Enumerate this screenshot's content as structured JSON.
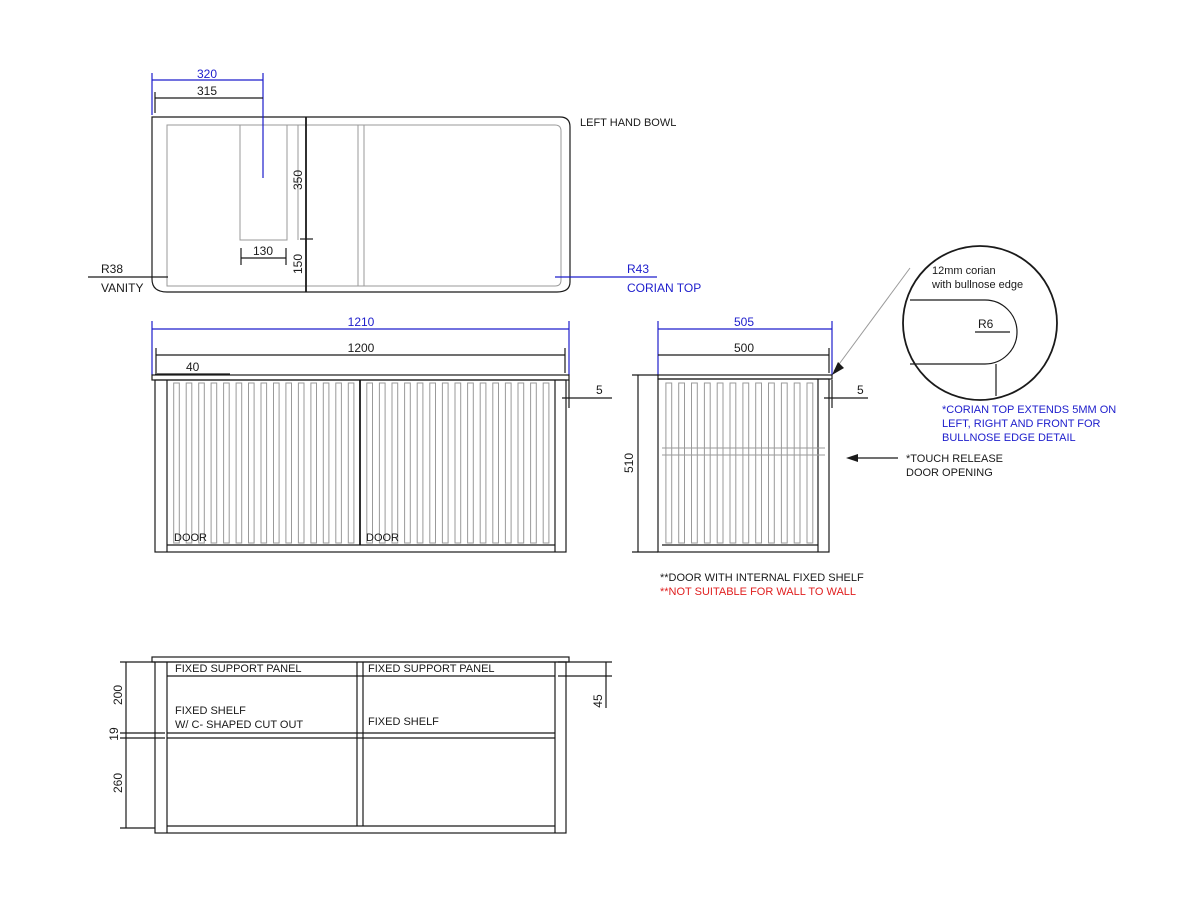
{
  "plan": {
    "dim_320": "320",
    "dim_315": "315",
    "dim_350": "350",
    "dim_150": "150",
    "dim_130": "130",
    "bowl_label": "LEFT HAND BOWL",
    "vanity_radius": "R38",
    "vanity_label": "VANITY",
    "top_radius": "R43",
    "top_label": "CORIAN TOP"
  },
  "front": {
    "dim_1210": "1210",
    "dim_1200": "1200",
    "dim_40": "40",
    "dim_5": "5",
    "door_left": "DOOR",
    "door_right": "DOOR"
  },
  "side": {
    "dim_505": "505",
    "dim_500": "500",
    "dim_510": "510",
    "dim_5": "5",
    "touch_line1": "*TOUCH RELEASE",
    "touch_line2": "DOOR OPENING",
    "note_shelf": "**DOOR WITH INTERNAL FIXED SHELF",
    "note_wall": "**NOT SUITABLE FOR WALL TO WALL"
  },
  "detail": {
    "label_line1": "12mm corian",
    "label_line2": "with bullnose edge",
    "radius": "R6",
    "note_line1": "*CORIAN TOP EXTENDS 5MM ON",
    "note_line2": "LEFT, RIGHT AND FRONT FOR",
    "note_line3": "BULLNOSE EDGE DETAIL"
  },
  "interior": {
    "support_left": "FIXED SUPPORT PANEL",
    "support_right": "FIXED SUPPORT PANEL",
    "shelf_left_line1": "FIXED SHELF",
    "shelf_left_line2": "W/ C- SHAPED CUT OUT",
    "shelf_right": "FIXED SHELF",
    "dim_200": "200",
    "dim_19": "19",
    "dim_260": "260",
    "dim_45": "45"
  },
  "colors": {
    "line": "#1a1a1a",
    "blue_dimension": "#1d1dcc",
    "red_warning": "#e02020",
    "hidden_line": "#9a9a9a"
  }
}
